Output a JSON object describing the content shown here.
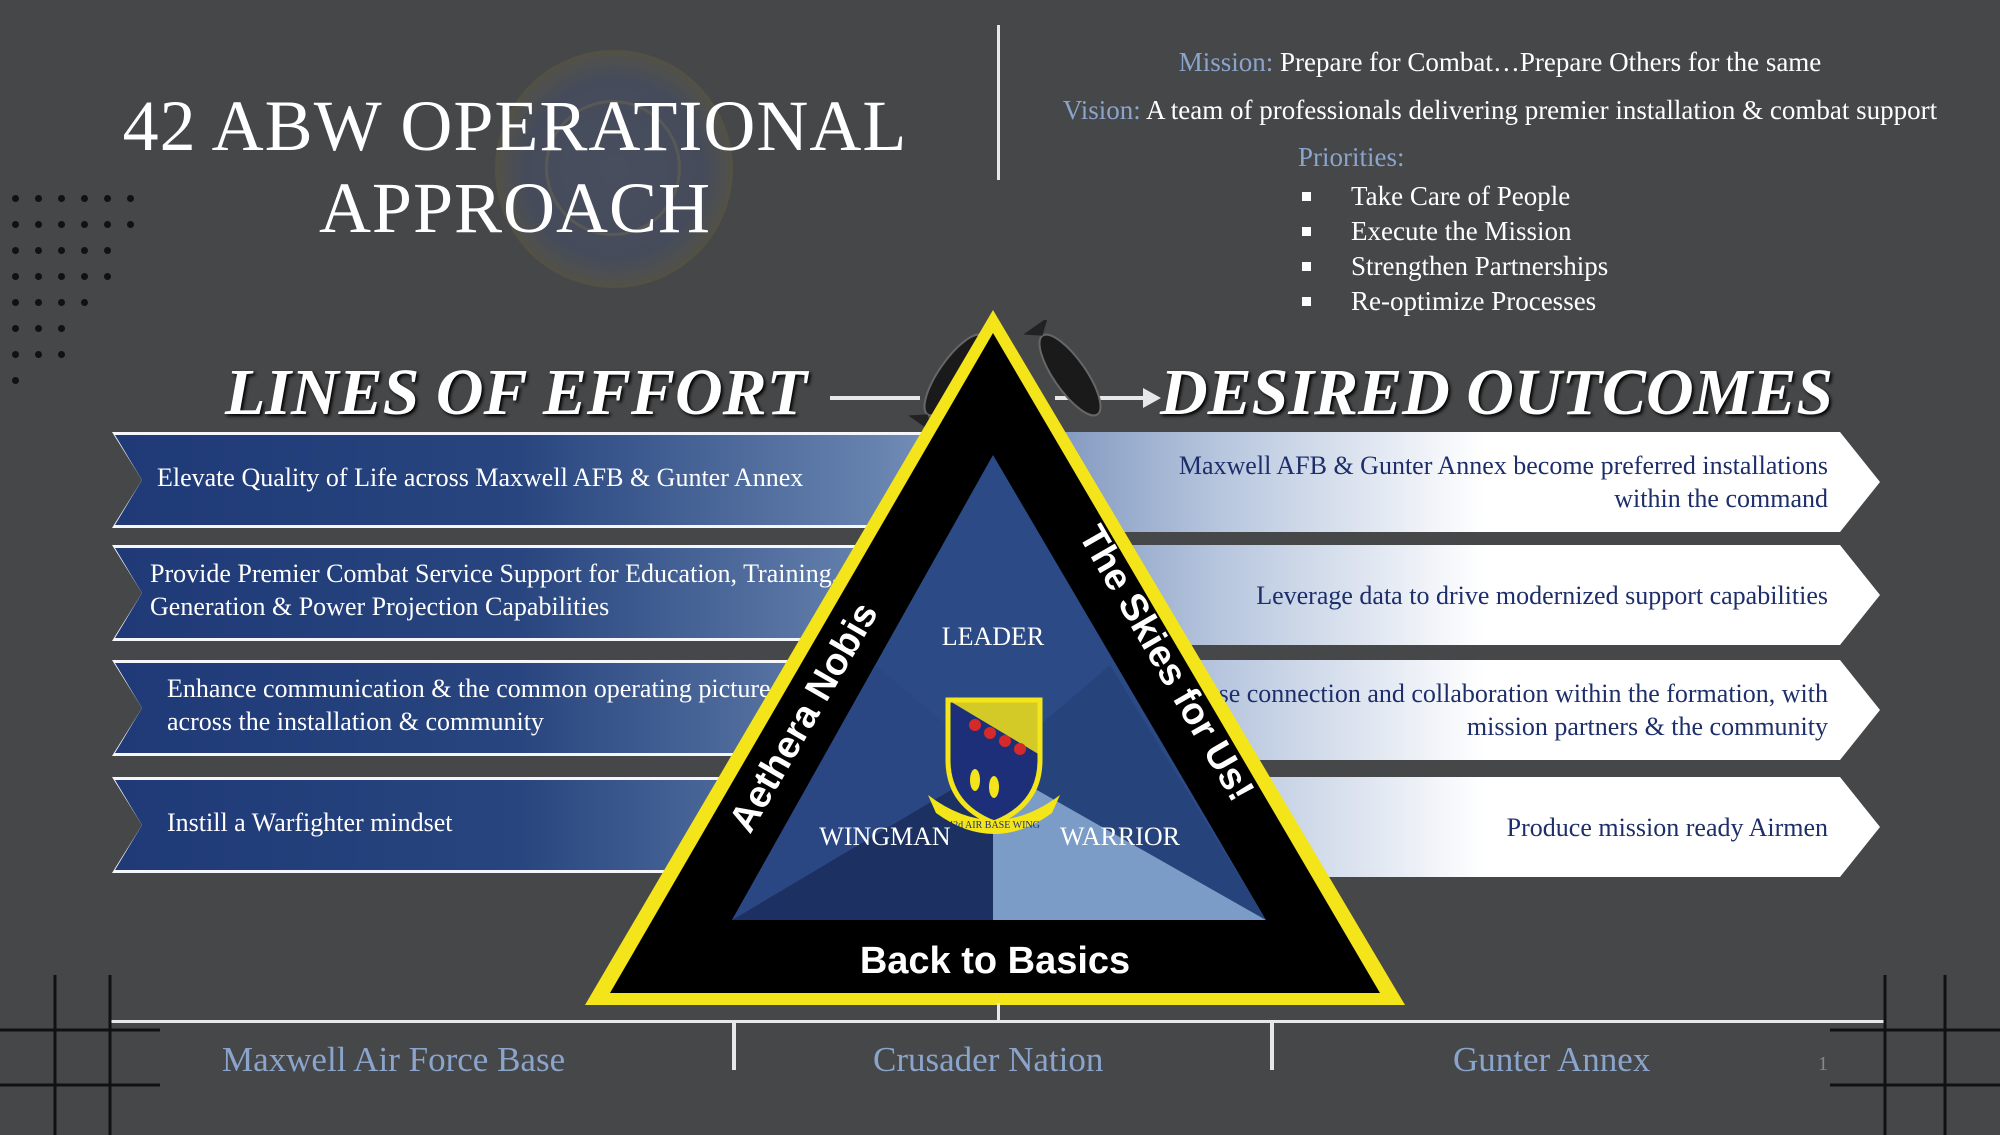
{
  "title": {
    "line1": "42 ABW OPERATIONAL",
    "line2": "APPROACH"
  },
  "mission": {
    "label": "Mission:",
    "text": "Prepare for Combat…Prepare Others for the same"
  },
  "vision": {
    "label": "Vision:",
    "text": "A team of professionals delivering premier installation & combat support"
  },
  "priorities": {
    "label": "Priorities:",
    "items": [
      "Take Care of People",
      "Execute the Mission",
      "Strengthen Partnerships",
      "Re-optimize Processes"
    ]
  },
  "headings": {
    "lines_of_effort": "LINES OF EFFORT",
    "desired_outcomes": "DESIRED OUTCOMES"
  },
  "lines_of_effort": [
    "Elevate Quality of Life across Maxwell AFB & Gunter Annex",
    "Provide Premier Combat Service Support for Education, Training, Force Generation & Power Projection Capabilities",
    "Enhance communication & the common operating picture across the installation & community",
    "Instill a Warfighter mindset"
  ],
  "desired_outcomes": [
    "Maxwell AFB & Gunter Annex become preferred installations within the command",
    "Leverage data to drive modernized support capabilities",
    "Increase connection and collaboration within the formation, with mission partners & the community",
    "Produce mission ready Airmen"
  ],
  "triangle": {
    "left_side": "Aethera Nobis",
    "right_side": "The Skies for Us!",
    "bottom": "Back to Basics",
    "top_section": "LEADER",
    "left_section": "WINGMAN",
    "right_section": "WARRIOR",
    "emblem_text": "42d AIR BASE WING"
  },
  "footer": {
    "left": "Maxwell Air Force Base",
    "center": "Crusader Nation",
    "right": "Gunter Annex",
    "page_number": "1"
  },
  "colors": {
    "background": "#464748",
    "accent_blue": "#8aa4cc",
    "banner_navy": "#1f3a77",
    "triangle_yellow": "#f3e51a",
    "outcome_text": "#1d2e6a"
  }
}
